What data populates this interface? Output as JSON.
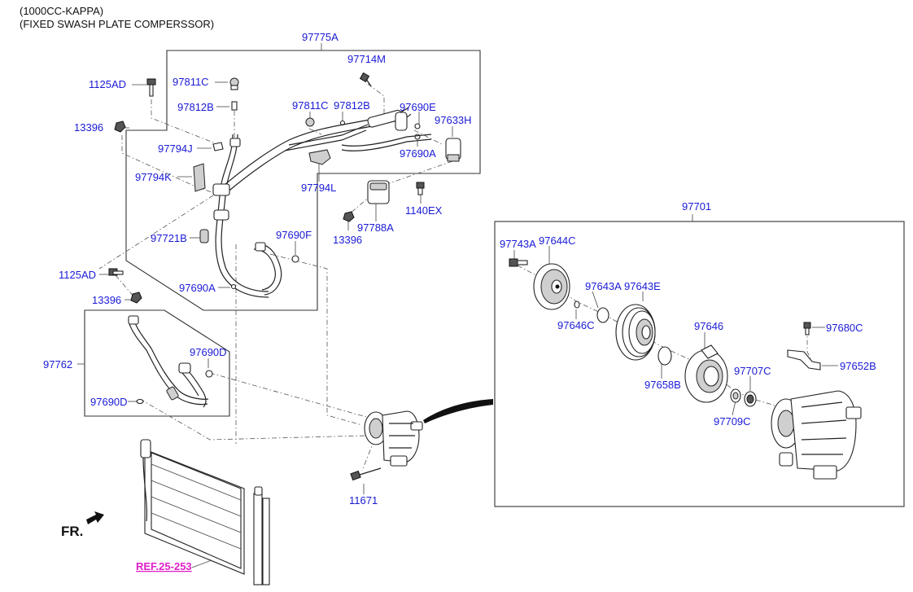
{
  "header": {
    "line1": "(1000CC-KAPPA)",
    "line2": "(FIXED SWASH PLATE COMPERSSOR)"
  },
  "labels": {
    "p97775A": "97775A",
    "p97714M": "97714M",
    "p1125AD_top": "1125AD",
    "p97811C_a": "97811C",
    "p97812B_a": "97812B",
    "p97811C_b": "97811C",
    "p97812B_b": "97812B",
    "p97690E": "97690E",
    "p97633H": "97633H",
    "p13396_a": "13396",
    "p97794J": "97794J",
    "p97690A_a": "97690A",
    "p97794K": "97794K",
    "p97794L": "97794L",
    "p1140EX": "1140EX",
    "p97788A": "97788A",
    "p13396_b": "13396",
    "p97721B": "97721B",
    "p97690F": "97690F",
    "p1125AD_mid": "1125AD",
    "p97690A_b": "97690A",
    "p13396_c": "13396",
    "p97762": "97762",
    "p97690D_a": "97690D",
    "p97690D_b": "97690D",
    "p11671": "11671",
    "p97701": "97701",
    "p97743A": "97743A",
    "p97644C": "97644C",
    "p97643A": "97643A",
    "p97643E": "97643E",
    "p97646C": "97646C",
    "p97646": "97646",
    "p97680C": "97680C",
    "p97652B": "97652B",
    "p97707C": "97707C",
    "p97658B": "97658B",
    "p97709C": "97709C",
    "front_marker": "FR.",
    "reference": "REF.25-253"
  },
  "colors": {
    "label": "#1a1ad6",
    "reference": "#e020c8",
    "line": "#222222"
  },
  "icons": [
    "front-arrow-icon",
    "compressor-icon",
    "condenser-icon"
  ]
}
